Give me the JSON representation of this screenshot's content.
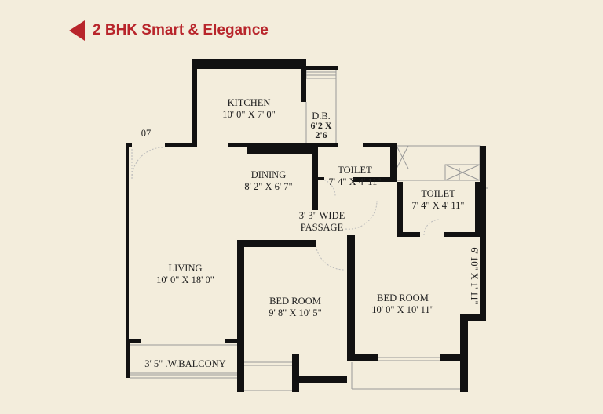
{
  "header": {
    "title": "2 BHK Smart & Elegance",
    "accent_color": "#b8252b",
    "icon": "left-arrow-icon"
  },
  "plan": {
    "unit_number": "07",
    "rooms": {
      "kitchen": {
        "name": "KITCHEN",
        "size": "10' 0\" X 7' 0\""
      },
      "db": {
        "name": "D.B.",
        "size_line1": "6'2 X",
        "size_line2": "2'6"
      },
      "dining": {
        "name": "DINING",
        "size": "8' 2\" X 6' 7\""
      },
      "toilet1": {
        "name": "TOILET",
        "size": "7' 4\" X 4' 11\""
      },
      "toilet2": {
        "name": "TOILET",
        "size": "7' 4\" X 4' 11\""
      },
      "passage": {
        "line1": "3' 3\" WIDE",
        "line2": "PASSAGE"
      },
      "living": {
        "name": "LIVING",
        "size": "10' 0\" X 18' 0\""
      },
      "bedroom1": {
        "name": "BED ROOM",
        "size": "9' 8\" X 10' 5\""
      },
      "bedroom2": {
        "name": "BED ROOM",
        "size": "10' 0\" X 10' 11\""
      },
      "balcony_side": {
        "size": "6' 10\" X 1' 11\""
      },
      "balcony": {
        "name": "3' 5\" .W.BALCONY"
      }
    }
  }
}
